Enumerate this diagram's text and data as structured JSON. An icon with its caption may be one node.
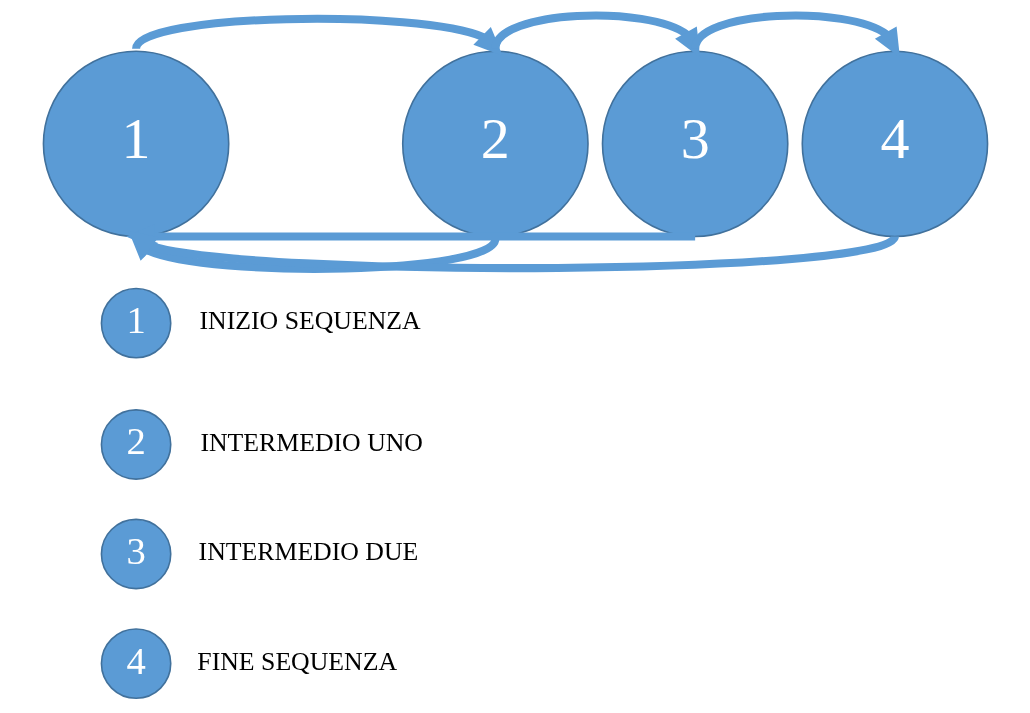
{
  "diagram": {
    "nodes": [
      {
        "text": [
          "1"
        ]
      },
      {
        "text": [
          "2"
        ]
      },
      {
        "text": [
          "3"
        ]
      },
      {
        "text": [
          "4"
        ]
      },
      {
        "text": [
          "1"
        ],
        "beside": [
          "INIZIO SEQUENZA"
        ]
      },
      {
        "text": [
          "2"
        ],
        "beside": [
          "INTERMEDIO UNO"
        ]
      },
      {
        "text": [
          "3"
        ],
        "beside": [
          "INTERMEDIO DUE"
        ]
      },
      {
        "text": [
          "4"
        ],
        "beside": [
          "FINE SEQUENZA"
        ]
      }
    ],
    "edges": [
      {
        "from": 0,
        "to": 1,
        "arrow": "to"
      },
      {
        "from": 1,
        "to": 2,
        "arrow": "to"
      },
      {
        "from": 2,
        "to": 3,
        "arrow": "to"
      },
      {
        "from": 1,
        "to": 0,
        "arrow": "to"
      },
      {
        "from": 2,
        "to": 0,
        "arrow": "to"
      },
      {
        "from": 3,
        "to": 0,
        "arrow": "to"
      }
    ]
  }
}
